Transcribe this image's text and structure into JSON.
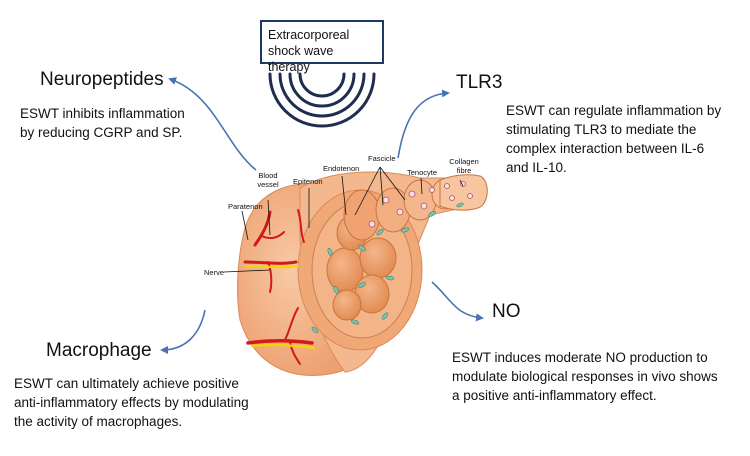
{
  "therapy_box": {
    "line1": "Extracorporeal",
    "line2": "shock wave therapy"
  },
  "neuropeptides": {
    "title": "Neuropeptides",
    "line1": "ESWT inhibits inflammation",
    "line2": "by reducing CGRP and SP."
  },
  "tlr3": {
    "title": "TLR3",
    "line1": "ESWT can regulate inflammation by",
    "line2": "stimulating TLR3 to mediate the",
    "line3": "complex interaction between IL-6",
    "line4": "and IL-10."
  },
  "no": {
    "title": "NO",
    "line1": "ESWT induces moderate NO production to",
    "line2": "modulate biological responses in vivo shows",
    "line3": "a positive anti-inflammatory effect."
  },
  "macrophage": {
    "title": "Macrophage",
    "line1": "ESWT can ultimately achieve positive",
    "line2": "anti-inflammatory effects by modulating",
    "line3": "the activity of macrophages."
  },
  "anatomy_labels": {
    "fascicle": "Fascicle",
    "collagen_line1": "Collagen",
    "collagen_line2": "fibre",
    "endotenon": "Endotenon",
    "tenocyte": "Tenocyte",
    "blood_line1": "Blood",
    "blood_line2": "vessel",
    "epitenon": "Epitenon",
    "paratenon": "Paratenon",
    "nerve": "Nerve"
  },
  "colors": {
    "arrow": "#4a73b5",
    "waves": "#1f2d4f",
    "tissue_outer": "#f2b48a",
    "tissue_mid": "#eea26c",
    "fascicle": "#e8975f",
    "vessel": "#d21a1a",
    "nerve": "#f2d600",
    "cell": "#7cc3b0"
  }
}
